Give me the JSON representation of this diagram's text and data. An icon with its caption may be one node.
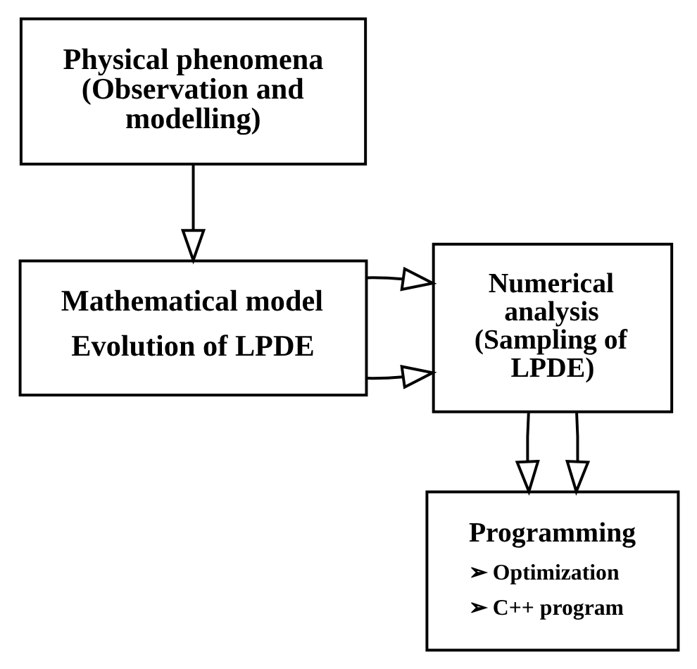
{
  "diagram": {
    "nodes": [
      {
        "text": [
          "Physical phenomena (Observation and modelling)"
        ]
      },
      {
        "text": [
          "Mathematical model",
          "Evolution of LPDE"
        ]
      },
      {
        "text": [
          "Numerical analysis (Sampling of LPDE)"
        ]
      },
      {
        "text": [
          "Programming",
          "➢ Optimization",
          "➢ C++ program"
        ]
      }
    ],
    "edges": [
      {
        "from": 0,
        "to": 1,
        "arrow": "to"
      },
      {
        "from": 1,
        "to": 2,
        "arrow": "to"
      },
      {
        "from": 1,
        "to": 2,
        "arrow": "to"
      },
      {
        "from": 2,
        "to": 3,
        "arrow": "to"
      },
      {
        "from": 2,
        "to": 3,
        "arrow": "to"
      }
    ]
  }
}
